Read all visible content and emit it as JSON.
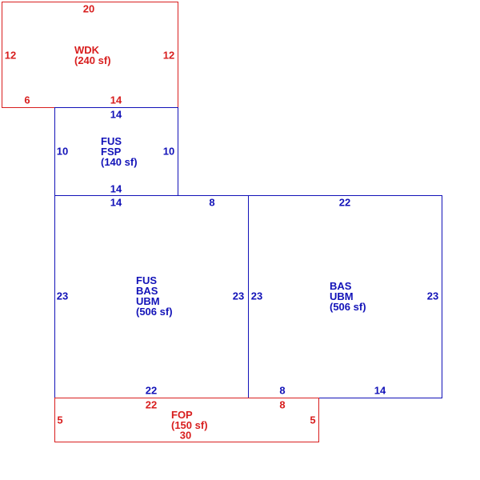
{
  "colors": {
    "outside": "#d81e1e",
    "living": "#1212b8",
    "background": "#ffffff"
  },
  "areas": {
    "wdk": {
      "labels": [
        "WDK",
        "(240 sf)"
      ],
      "dims": {
        "top": "20",
        "left": "12",
        "right": "12",
        "bottom_left": "6",
        "bottom_right": "14"
      }
    },
    "fus_fsp": {
      "labels": [
        "FUS",
        "FSP",
        "(140 sf)"
      ],
      "dims": {
        "top": "14",
        "left": "10",
        "right": "10",
        "bottom": "14"
      }
    },
    "fus_bas_ubm": {
      "labels": [
        "FUS",
        "BAS",
        "UBM",
        "(506 sf)"
      ],
      "dims": {
        "top_left": "14",
        "top_right": "8",
        "left": "23",
        "right": "23",
        "bottom": "22"
      }
    },
    "bas_ubm": {
      "labels": [
        "BAS",
        "UBM",
        "(506 sf)"
      ],
      "dims": {
        "top": "22",
        "left": "23",
        "right": "23",
        "bottom_left": "8",
        "bottom_right": "14"
      }
    },
    "fop": {
      "labels": [
        "FOP",
        "(150 sf)"
      ],
      "dims": {
        "top_left": "22",
        "top_right": "8",
        "left": "5",
        "right": "5",
        "bottom": "30"
      }
    }
  }
}
